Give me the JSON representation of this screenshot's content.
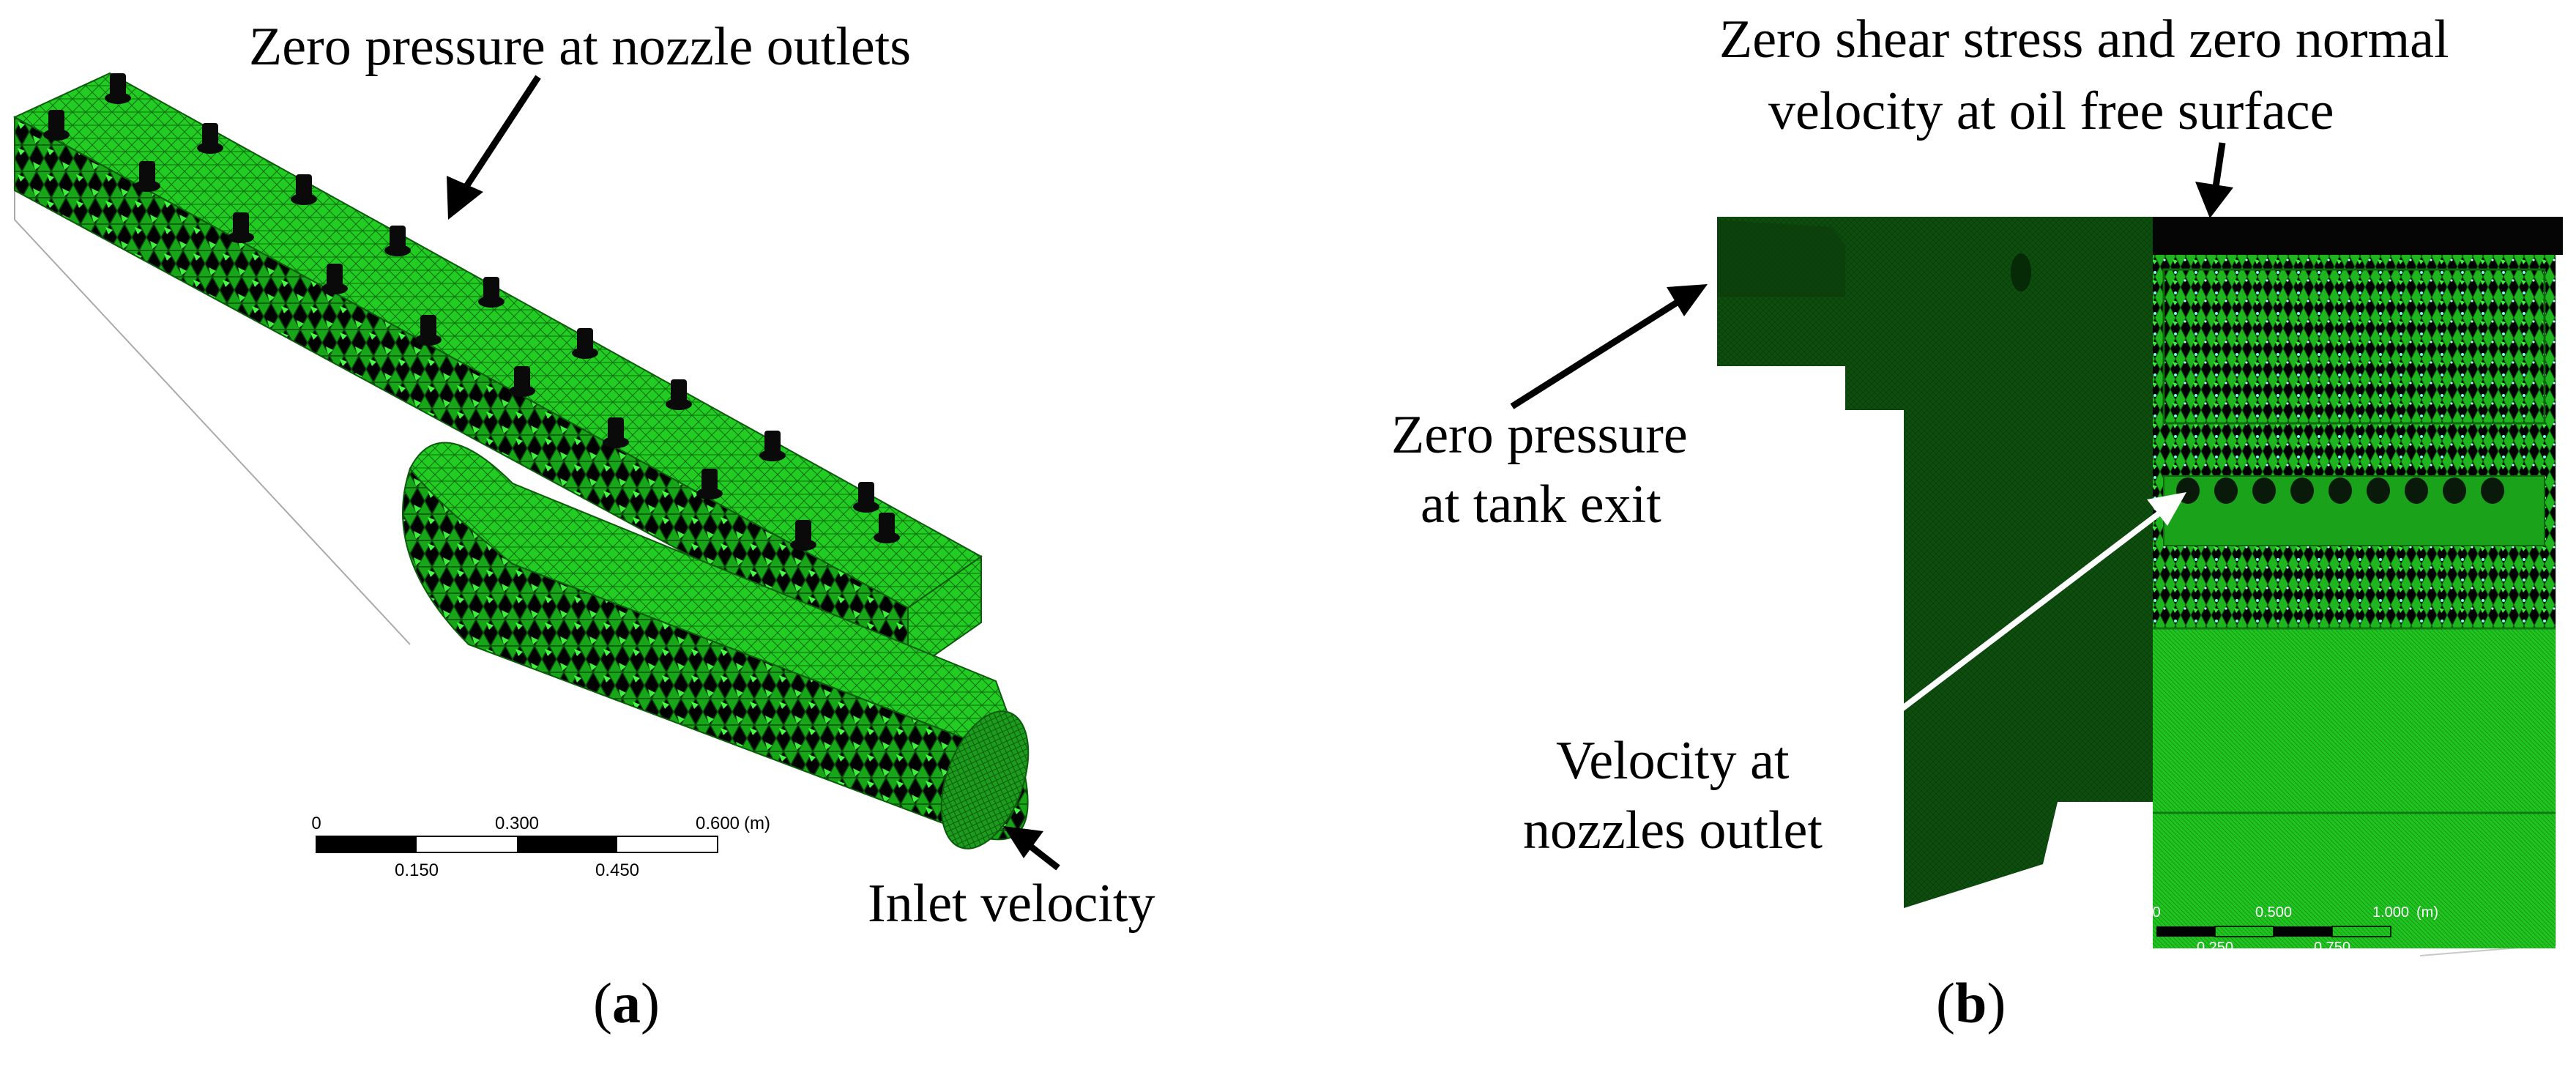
{
  "panel_a": {
    "label_nozzle_outlets": "Zero pressure at nozzle outlets",
    "label_inlet": "Inlet velocity",
    "scale_bar": {
      "top_ticks": [
        "0",
        "0.300",
        "0.600"
      ],
      "unit": "(m)",
      "bottom_ticks": [
        "0.150",
        "0.450"
      ]
    },
    "caption_letter": "a"
  },
  "panel_b": {
    "label_free_surface_line1": "Zero shear stress and zero normal",
    "label_free_surface_line2": "velocity at oil free surface",
    "label_tank_exit_line1": "Zero pressure",
    "label_tank_exit_line2": "at tank exit",
    "label_nozzles_line1": "Velocity at",
    "label_nozzles_line2": "nozzles outlet",
    "scale_bar": {
      "top_ticks": [
        "0",
        "0.500",
        "1.000"
      ],
      "unit": "(m)",
      "bottom_ticks": [
        "0.250",
        "0.750"
      ]
    },
    "caption_letter": "b"
  },
  "colors": {
    "mesh_green": "#1fd11f",
    "mesh_dark": "#0e5a0e",
    "arrow_black": "#000000",
    "arrow_white": "#ffffff"
  }
}
